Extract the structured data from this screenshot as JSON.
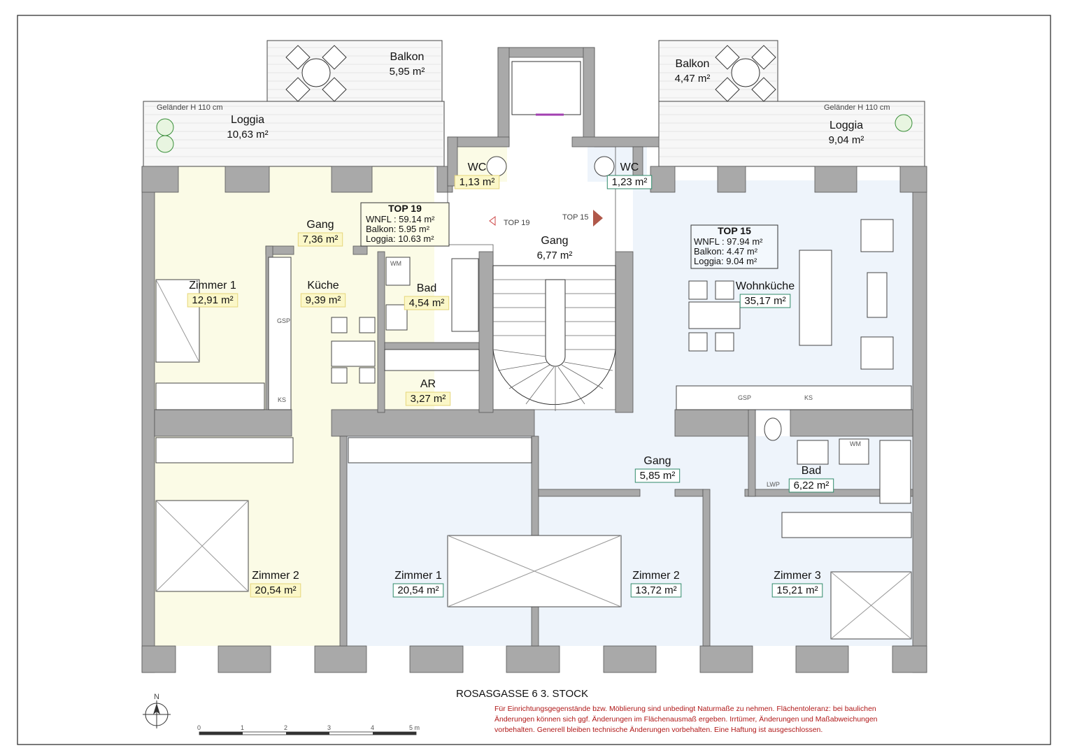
{
  "footer": {
    "address": "ROSASGASSE   6  3. STOCK",
    "disclaimer": [
      "Für Einrichtungsgegenstände bzw. Möblierung sind unbedingt Naturmaße zu nehmen.  Flächentoleranz: bei baulichen",
      "Änderungen können sich ggf. Änderungen im Flächenausmaß ergeben. Irrtümer, Änderungen und Maßabweichungen",
      "vorbehalten. Generell bleiben technische Änderungen vorbehalten. Eine Haftung ist ausgeschlossen."
    ]
  },
  "north_label": "N",
  "scale": {
    "ticks": [
      "0",
      "1",
      "2",
      "3",
      "4",
      "5 m"
    ]
  },
  "railing_note": "Geländer H 110 cm",
  "stair_labels": {
    "top19": "TOP 19",
    "top15": "TOP 15"
  },
  "units": [
    {
      "title": "TOP 19",
      "lines": [
        "WNFL : 59.14 m²",
        "Balkon: 5.95 m²",
        "Loggia: 10.63 m²"
      ]
    },
    {
      "title": "TOP 15",
      "lines": [
        "WNFL : 97.94 m²",
        "Balkon: 4.47 m²",
        "Loggia: 9.04 m²"
      ]
    }
  ],
  "appliance_labels": {
    "wm": "WM",
    "ks": "KS",
    "gsp": "GSP",
    "lwp": "LWP"
  },
  "rooms": [
    {
      "id": "balkon-left",
      "name": "Balkon",
      "area": "5,95 m²"
    },
    {
      "id": "loggia-left",
      "name": "Loggia",
      "area": "10,63 m²"
    },
    {
      "id": "wc-left",
      "name": "WC",
      "area": "1,13 m²"
    },
    {
      "id": "gang-top19",
      "name": "Gang",
      "area": "7,36 m²"
    },
    {
      "id": "zimmer1-top19",
      "name": "Zimmer 1",
      "area": "12,91 m²"
    },
    {
      "id": "kueche",
      "name": "Küche",
      "area": "9,39 m²"
    },
    {
      "id": "bad-top19",
      "name": "Bad",
      "area": "4,54 m²"
    },
    {
      "id": "ar",
      "name": "AR",
      "area": "3,27 m²"
    },
    {
      "id": "zimmer2-top19",
      "name": "Zimmer 2",
      "area": "20,54 m²"
    },
    {
      "id": "gang-stair",
      "name": "Gang",
      "area": "6,77 m²"
    },
    {
      "id": "balkon-right",
      "name": "Balkon",
      "area": "4,47 m²"
    },
    {
      "id": "loggia-right",
      "name": "Loggia",
      "area": "9,04 m²"
    },
    {
      "id": "wc-right",
      "name": "WC",
      "area": "1,23 m²"
    },
    {
      "id": "wohnkueche",
      "name": "Wohnküche",
      "area": "35,17 m²"
    },
    {
      "id": "gang-top15",
      "name": "Gang",
      "area": "5,85 m²"
    },
    {
      "id": "bad-top15",
      "name": "Bad",
      "area": "6,22 m²"
    },
    {
      "id": "zimmer1-top15",
      "name": "Zimmer 1",
      "area": "20,54 m²"
    },
    {
      "id": "zimmer2-top15",
      "name": "Zimmer 2",
      "area": "13,72 m²"
    },
    {
      "id": "zimmer3-top15",
      "name": "Zimmer 3",
      "area": "15,21 m²"
    }
  ],
  "colors": {
    "top19_fill": "#fbfbe6",
    "top15_fill": "#eef4fb",
    "wall": "#a9a9a9",
    "area_box_top19": "#e6d67a",
    "area_box_top15": "#2f8a6a"
  }
}
